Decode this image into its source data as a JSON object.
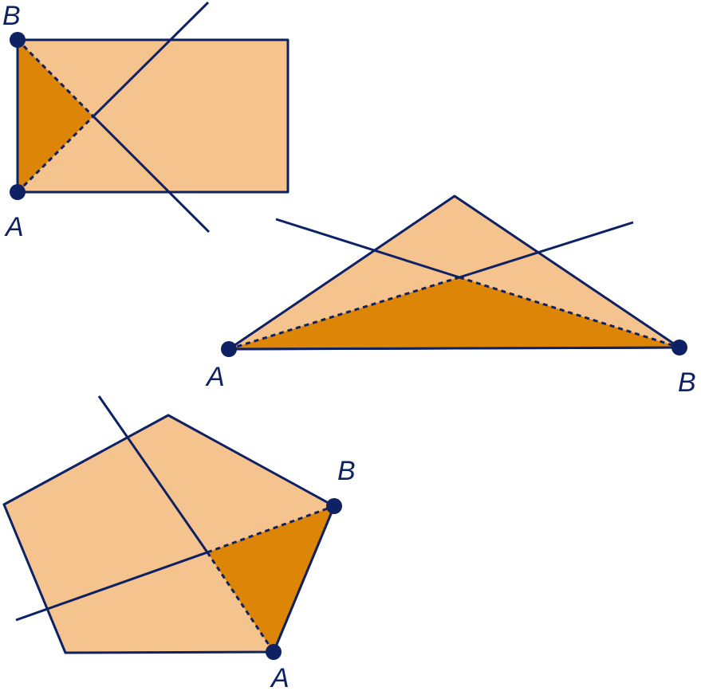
{
  "colors": {
    "shape_fill": "#F5C38E",
    "region_fill": "#DC8507",
    "stroke": "#0D2163",
    "background": "#FFFFFF"
  },
  "figures": [
    {
      "name": "rectangle",
      "vertex_labels": {
        "a": "A",
        "b": "B"
      }
    },
    {
      "name": "triangle",
      "vertex_labels": {
        "a": "A",
        "b": "B"
      }
    },
    {
      "name": "pentagon",
      "vertex_labels": {
        "a": "A",
        "b": "B"
      }
    }
  ]
}
